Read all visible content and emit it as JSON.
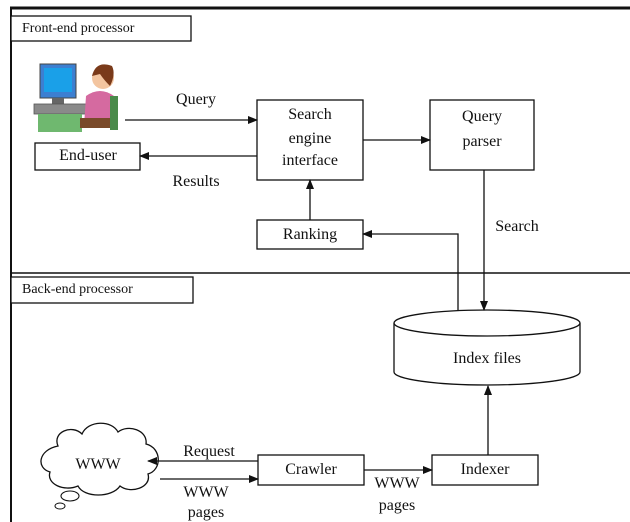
{
  "front_end": {
    "label": "Front-end processor"
  },
  "back_end": {
    "label": "Back-end processor"
  },
  "nodes": {
    "end_user": "End-user",
    "search_interface": [
      "Search",
      "engine",
      "interface"
    ],
    "query_parser": [
      "Query",
      "parser"
    ],
    "ranking": "Ranking",
    "index_files": "Index files",
    "www": "WWW",
    "crawler": "Crawler",
    "indexer": "Indexer"
  },
  "edges": {
    "query": "Query",
    "results": "Results",
    "search": "Search",
    "request": "Request",
    "www_pages_1": [
      "WWW",
      "pages"
    ],
    "www_pages_2": [
      "WWW",
      "pages"
    ]
  },
  "icons": {
    "user": "person-at-computer-icon",
    "cloud": "cloud-icon"
  }
}
